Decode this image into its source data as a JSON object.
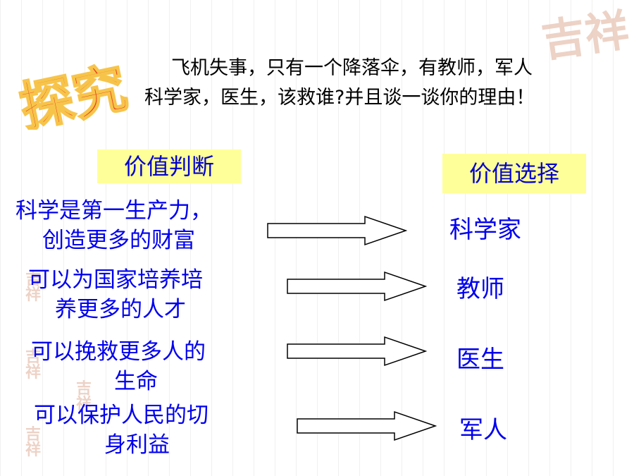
{
  "title": "探究",
  "question": {
    "line1": "飞机失事，只有一个降落伞，有教师，军人",
    "line2": "科学家，医生，该救谁?并且谈一谈你的理由！"
  },
  "headers": {
    "left": "价值判断",
    "right": "价值选择"
  },
  "rows": [
    {
      "judgment_line1": "科学是第一生产力，",
      "judgment_line2": "创造更多的财富",
      "choice": "科学家"
    },
    {
      "judgment_line1": "可以为国家培养培",
      "judgment_line2": "养更多的人才",
      "choice": "教师"
    },
    {
      "judgment_line1": "可以挽救更多人的",
      "judgment_line2": "生命",
      "choice": "医生"
    },
    {
      "judgment_line1": "可以保护人民的切",
      "judgment_line2": "身利益",
      "choice": "军人"
    }
  ],
  "colors": {
    "title_fill": "#e8421c",
    "title_outline": "#f7c44a",
    "header_bg": "#ffff99",
    "text_blue": "#0000ee"
  }
}
